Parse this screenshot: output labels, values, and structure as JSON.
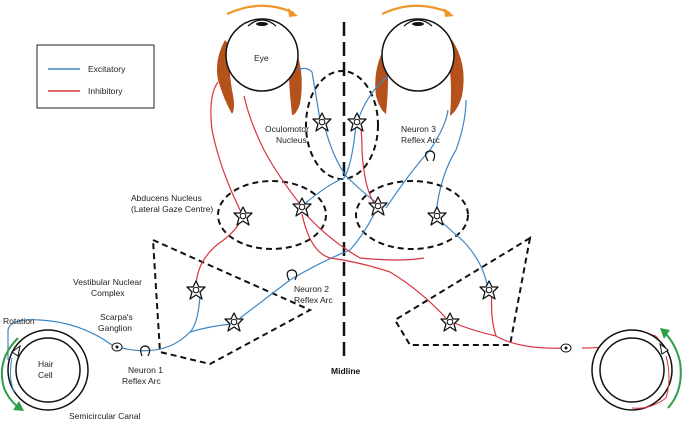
{
  "legend": {
    "excitatory_label": "Excitatory",
    "inhibitory_label": "Inhibitory",
    "excitatory_color": "#3f86c4",
    "inhibitory_color": "#d9333f"
  },
  "labels": {
    "eye": "Eye",
    "oculomotor_1": "Oculomotor",
    "oculomotor_2": "Nucleus",
    "neuron3_1": "Neuron 3",
    "neuron3_2": "Reflex Arc",
    "abducens_1": "Abducens Nucleus",
    "abducens_2": "(Lateral Gaze Centre)",
    "vestibular_1": "Vestibular Nuclear",
    "vestibular_2": "Complex",
    "neuron2_1": "Neuron 2",
    "neuron2_2": "Reflex Arc",
    "rotation": "Rotation",
    "scarpa_1": "Scarpa's",
    "scarpa_2": "Ganglion",
    "hair_1": "Hair",
    "hair_2": "Cell",
    "neuron1_1": "Neuron 1",
    "neuron1_2": "Reflex Arc",
    "canal": "Semicircular Canal",
    "midline": "Midline"
  },
  "colors": {
    "muscle": "#b5521c",
    "rotation_arrow": "#f0962a",
    "canal_arrow": "#2f9e46"
  }
}
